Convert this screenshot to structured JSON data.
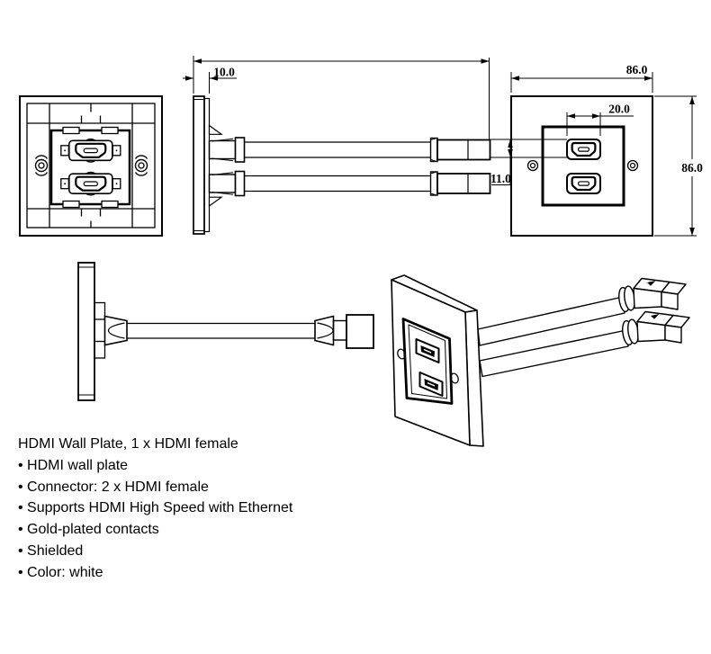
{
  "dimensions": {
    "plate_thickness_mm": "10.0",
    "plate_width_mm": "86.0",
    "plate_height_mm": "86.0",
    "port_width_mm": "20.0",
    "port_height_mm": "11.0"
  },
  "description": {
    "title": "HDMI Wall Plate, 1 x HDMI female",
    "lines": [
      "• HDMI wall plate",
      "• Connector: 2 x HDMI female",
      "• Supports HDMI High Speed with Ethernet",
      "• Gold-plated contacts",
      "• Shielded",
      "• Color: white"
    ]
  },
  "colors": {
    "line": "#000000",
    "background": "#ffffff"
  }
}
